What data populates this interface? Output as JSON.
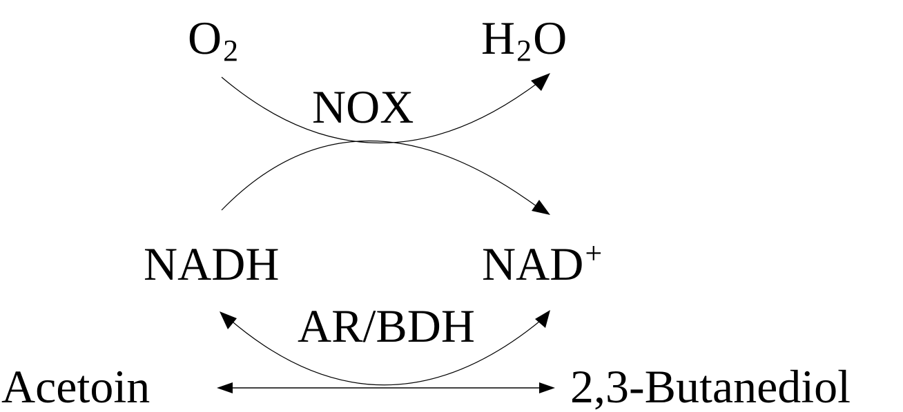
{
  "species": {
    "o2": {
      "base": "O",
      "subscript": "2"
    },
    "h2o": {
      "base_before": "H",
      "subscript": "2",
      "base_after": "O"
    },
    "nadh": "NADH",
    "nad_plus": {
      "base": "NAD",
      "superscript": "+"
    },
    "acetoin": "Acetoin",
    "butanediol": "2,3-Butanediol"
  },
  "enzymes": {
    "nox": "NOX",
    "ar_bdh": "AR/BDH"
  }
}
